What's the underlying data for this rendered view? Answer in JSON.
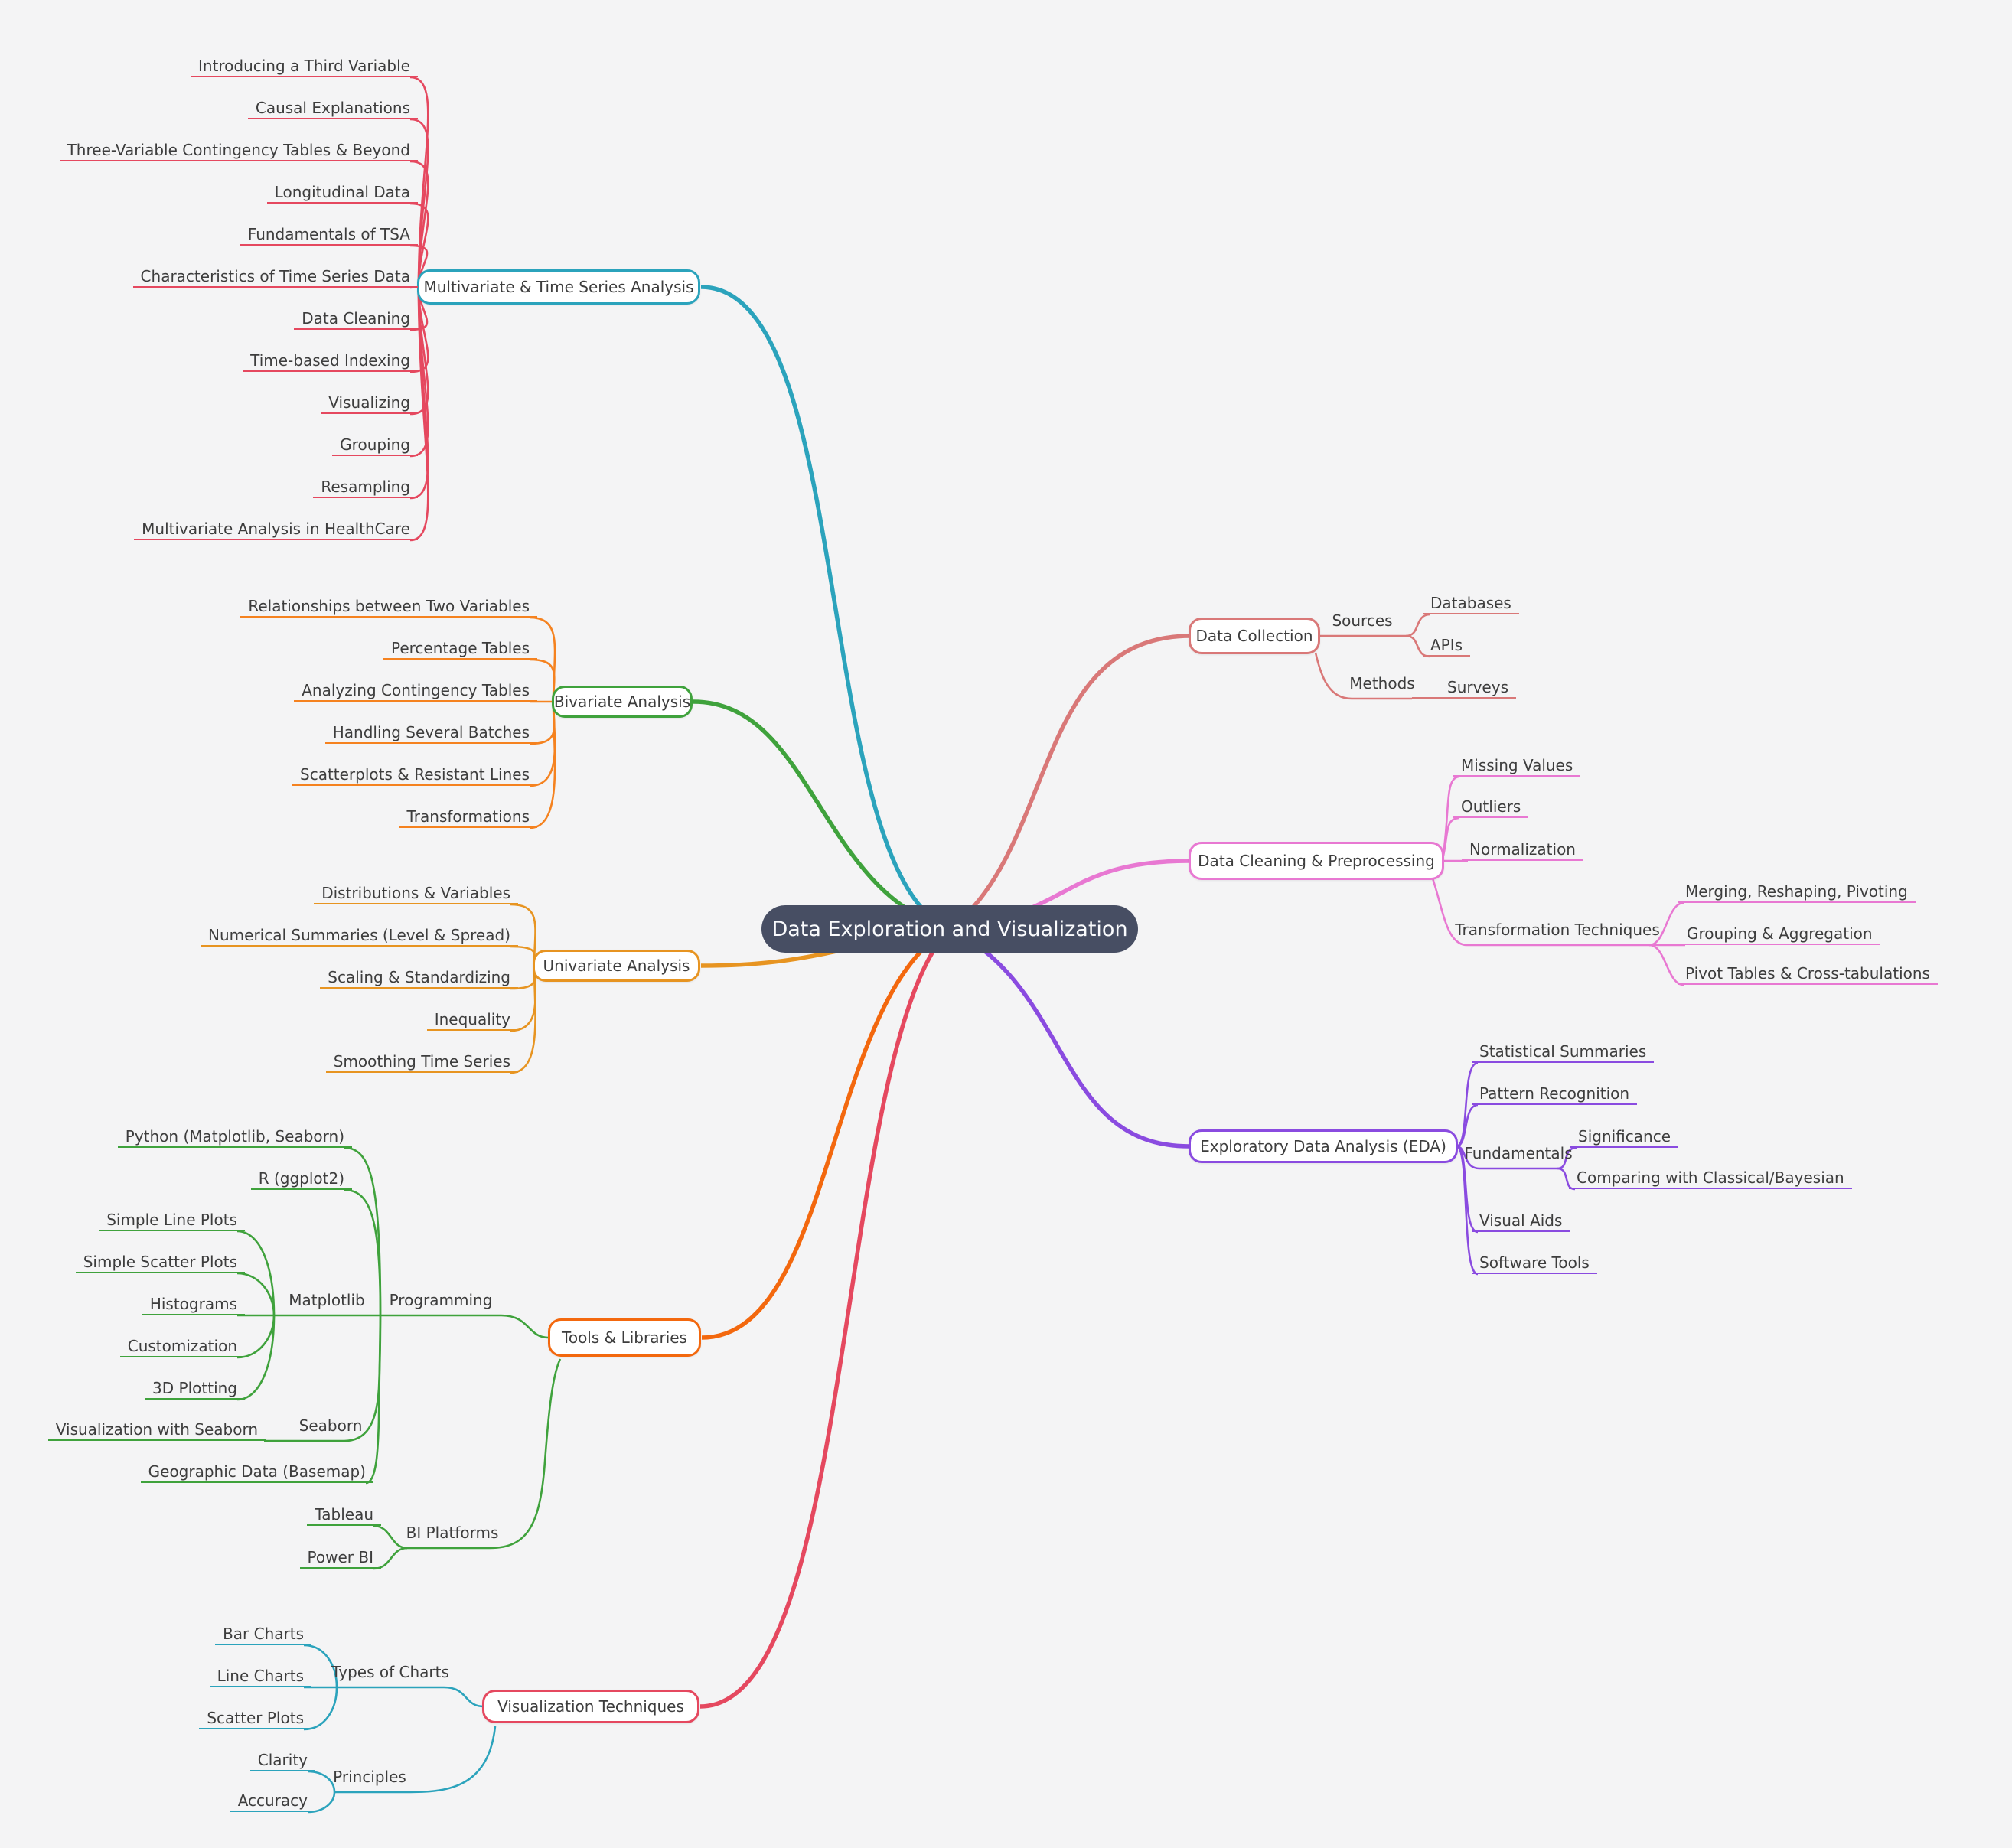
{
  "root": {
    "label": "Data Exploration and Visualization"
  },
  "branches": {
    "multivariate": {
      "label": "Multivariate & Time Series Analysis",
      "children": [
        "Introducing a Third Variable",
        "Causal Explanations",
        "Three-Variable Contingency Tables & Beyond",
        "Longitudinal Data",
        "Fundamentals of TSA",
        "Characteristics of Time Series Data",
        "Data Cleaning",
        "Time-based Indexing",
        "Visualizing",
        "Grouping",
        "Resampling",
        "Multivariate Analysis in HealthCare"
      ]
    },
    "bivariate": {
      "label": "Bivariate Analysis",
      "children": [
        "Relationships between Two Variables",
        "Percentage Tables",
        "Analyzing Contingency Tables",
        "Handling Several Batches",
        "Scatterplots & Resistant Lines",
        "Transformations"
      ]
    },
    "univariate": {
      "label": "Univariate Analysis",
      "children": [
        "Distributions & Variables",
        "Numerical Summaries (Level & Spread)",
        "Scaling & Standardizing",
        "Inequality",
        "Smoothing Time Series"
      ]
    },
    "tools": {
      "label": "Tools & Libraries",
      "programming": {
        "label": "Programming",
        "python": "Python (Matplotlib, Seaborn)",
        "r": "R (ggplot2)",
        "matplotlib": {
          "label": "Matplotlib",
          "children": [
            "Simple Line Plots",
            "Simple Scatter Plots",
            "Histograms",
            "Customization",
            "3D Plotting"
          ]
        },
        "seaborn": {
          "label": "Seaborn",
          "child": "Visualization with Seaborn"
        },
        "geographic": "Geographic Data (Basemap)"
      },
      "bi_platforms": {
        "label": "BI Platforms",
        "children": [
          "Tableau",
          "Power BI"
        ]
      }
    },
    "visualization": {
      "label": "Visualization Techniques",
      "types_of_charts": {
        "label": "Types of Charts",
        "children": [
          "Bar Charts",
          "Line Charts",
          "Scatter Plots"
        ]
      },
      "principles": {
        "label": "Principles",
        "children": [
          "Clarity",
          "Accuracy"
        ]
      }
    },
    "data_collection": {
      "label": "Data Collection",
      "sources": {
        "label": "Sources",
        "children": [
          "Databases",
          "APIs"
        ]
      },
      "methods": {
        "label": "Methods",
        "children": [
          "Surveys"
        ]
      }
    },
    "data_cleaning": {
      "label": "Data Cleaning & Preprocessing",
      "children": [
        "Missing Values",
        "Outliers",
        "Normalization"
      ],
      "transformation": {
        "label": "Transformation Techniques",
        "children": [
          "Merging, Reshaping, Pivoting",
          "Grouping & Aggregation",
          "Pivot Tables & Cross-tabulations"
        ]
      }
    },
    "eda": {
      "label": "Exploratory Data Analysis (EDA)",
      "children_top": [
        "Statistical Summaries",
        "Pattern Recognition"
      ],
      "fundamentals": {
        "label": "Fundamentals",
        "children": [
          "Significance",
          "Comparing with Classical/Bayesian"
        ]
      },
      "children_bottom": [
        "Visual Aids",
        "Software Tools"
      ]
    }
  },
  "colors": {
    "teal": "#2ba3bc",
    "crimson": "#e5485f",
    "green": "#3fa23c",
    "orange": "#f3680e",
    "orange_bright": "#f5821f",
    "amber": "#e79421",
    "salmon": "#d97878",
    "pink": "#e878d2",
    "purple": "#8a4be0",
    "root_fill": "#474e63",
    "node_fill": "#ffffff",
    "text": "#3d3d3d",
    "background": "#f4f4f5"
  }
}
